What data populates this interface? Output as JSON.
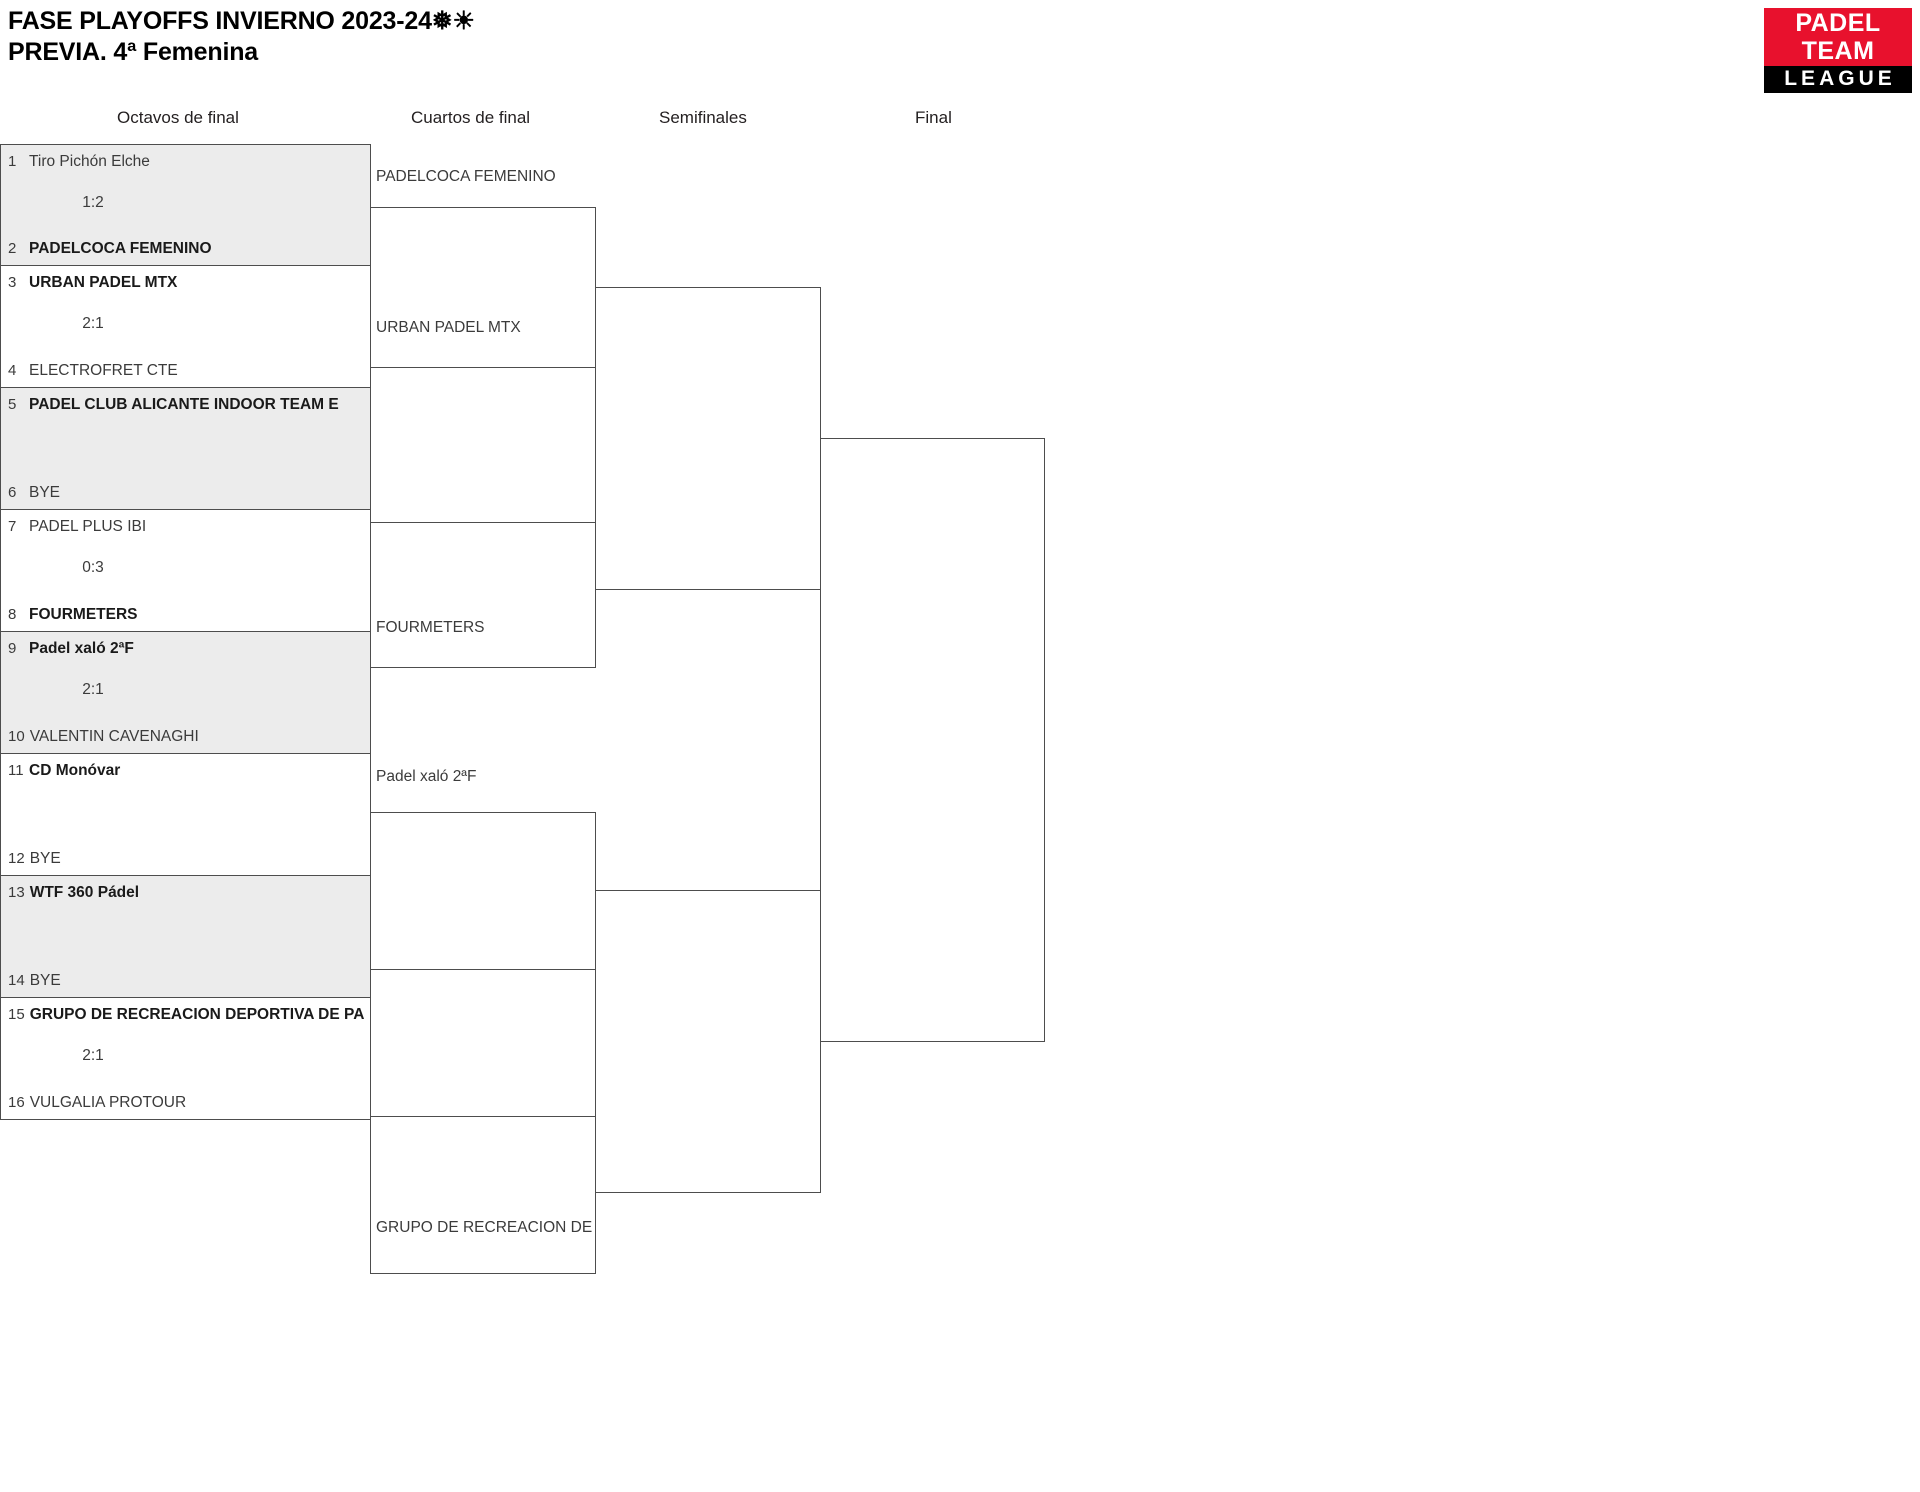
{
  "header": {
    "title_line1": "FASE PLAYOFFS INVIERNO 2023-24❅☀",
    "title_line2": "PREVIA. 4ª Femenina"
  },
  "logo": {
    "top_text": "PADEL TEAM",
    "bottom_text": "LEAGUE",
    "red": "#e8112d",
    "black": "#000000"
  },
  "rounds": [
    {
      "id": "octavos",
      "label": "Octavos de final"
    },
    {
      "id": "cuartos",
      "label": "Cuartos de final"
    },
    {
      "id": "semifinales",
      "label": "Semifinales"
    },
    {
      "id": "final",
      "label": "Final"
    }
  ],
  "bracket": {
    "round1": [
      {
        "score": "1:2",
        "top": {
          "seed": "1",
          "name": "Tiro Pichón Elche",
          "winner": false
        },
        "bottom": {
          "seed": "2",
          "name": "PADELCOCA FEMENINO",
          "winner": true
        }
      },
      {
        "score": "2:1",
        "top": {
          "seed": "3",
          "name": "URBAN PADEL MTX",
          "winner": true
        },
        "bottom": {
          "seed": "4",
          "name": "ELECTROFRET CTE",
          "winner": false
        }
      },
      {
        "score": "",
        "top": {
          "seed": "5",
          "name": "PADEL CLUB ALICANTE INDOOR TEAM E",
          "winner": true
        },
        "bottom": {
          "seed": "6",
          "name": "BYE",
          "winner": false
        }
      },
      {
        "score": "0:3",
        "top": {
          "seed": "7",
          "name": "PADEL PLUS IBI",
          "winner": false
        },
        "bottom": {
          "seed": "8",
          "name": "FOURMETERS",
          "winner": true
        }
      },
      {
        "score": "2:1",
        "top": {
          "seed": "9",
          "name": "Padel xaló 2ªF",
          "winner": true
        },
        "bottom": {
          "seed": "10",
          "name": "VALENTIN CAVENAGHI",
          "winner": false
        }
      },
      {
        "score": "",
        "top": {
          "seed": "11",
          "name": "CD Monóvar",
          "winner": true
        },
        "bottom": {
          "seed": "12",
          "name": "BYE",
          "winner": false
        }
      },
      {
        "score": "",
        "top": {
          "seed": "13",
          "name": "WTF 360 Pádel",
          "winner": true
        },
        "bottom": {
          "seed": "14",
          "name": "BYE",
          "winner": false
        }
      },
      {
        "score": "2:1",
        "top": {
          "seed": "15",
          "name": "GRUPO DE RECREACION DEPORTIVA DE PA",
          "winner": true
        },
        "bottom": {
          "seed": "16",
          "name": "VULGALIA PROTOUR",
          "winner": false
        }
      }
    ],
    "round2": [
      {
        "name": "PADELCOCA FEMENINO"
      },
      {
        "name": "URBAN PADEL MTX"
      },
      {
        "name": "FOURMETERS"
      },
      {
        "name": "Padel xaló 2ªF"
      },
      {
        "name": "GRUPO DE RECREACION DE"
      }
    ],
    "round3": [
      {
        "name": ""
      },
      {
        "name": ""
      }
    ],
    "round4": [
      {
        "name": ""
      }
    ]
  }
}
